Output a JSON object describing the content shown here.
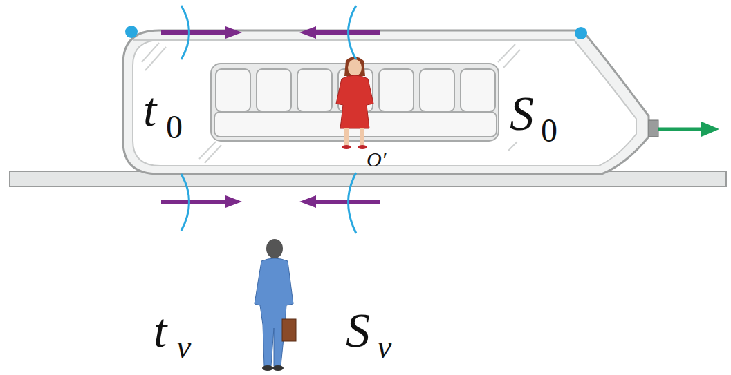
{
  "diagram": {
    "labels": [
      "t",
      "0",
      "S",
      "0",
      "t",
      "v",
      "S",
      "v",
      "O′"
    ]
  }
}
